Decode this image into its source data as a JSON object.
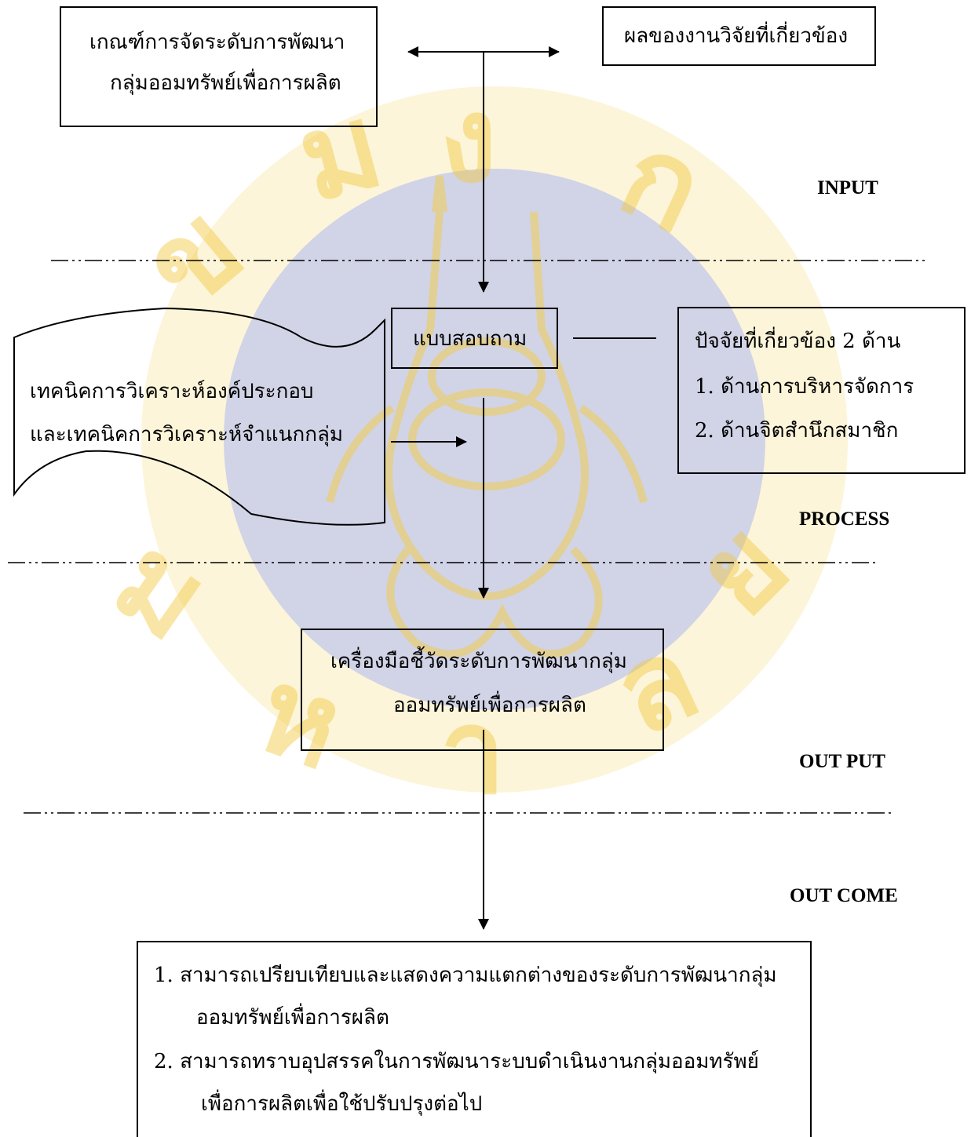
{
  "boxes": {
    "criteria": {
      "line1": "เกณฑ์การจัดระดับการพัฒนา",
      "line2": "กลุ่มออมทรัพย์เพื่อการผลิต"
    },
    "research": {
      "text": "ผลของงานวิจัยที่เกี่ยวข้อง"
    },
    "questionnaire": {
      "text": "แบบสอบถาม"
    },
    "factors": {
      "title": "ปัจจัยที่เกี่ยวข้อง 2 ด้าน",
      "item1": "1. ด้านการบริหารจัดการ",
      "item2": "2.  ด้านจิตสำนึกสมาชิก"
    },
    "techniques": {
      "line1": "เทคนิคการวิเคราะห์องค์ประกอบ",
      "line2": "และเทคนิคการวิเคราะห์จำแนกกลุ่ม"
    },
    "tool": {
      "line1": "เครื่องมือชี้วัดระดับการพัฒนากลุ่ม",
      "line2": "ออมทรัพย์เพื่อการผลิต"
    },
    "outcome": {
      "item1_line1": "1.  สามารถเปรียบเทียบและแสดงความแตกต่างของระดับการพัฒนากลุ่ม",
      "item1_line2": "ออมทรัพย์เพื่อการผลิต",
      "item2_line1": "2.  สามารถทราบอุปสรรคในการพัฒนาระบบดำเนินงานกลุ่มออมทรัพย์",
      "item2_line2": "เพื่อการผลิตเพื่อใช้ปรับปรุงต่อไป"
    }
  },
  "stages": {
    "input": "INPUT",
    "process": "PROCESS",
    "output": "OUT PUT",
    "outcome": "OUT COME"
  },
  "colors": {
    "watermark_ring": "#f3d060",
    "watermark_center": "#c5c8e6"
  }
}
